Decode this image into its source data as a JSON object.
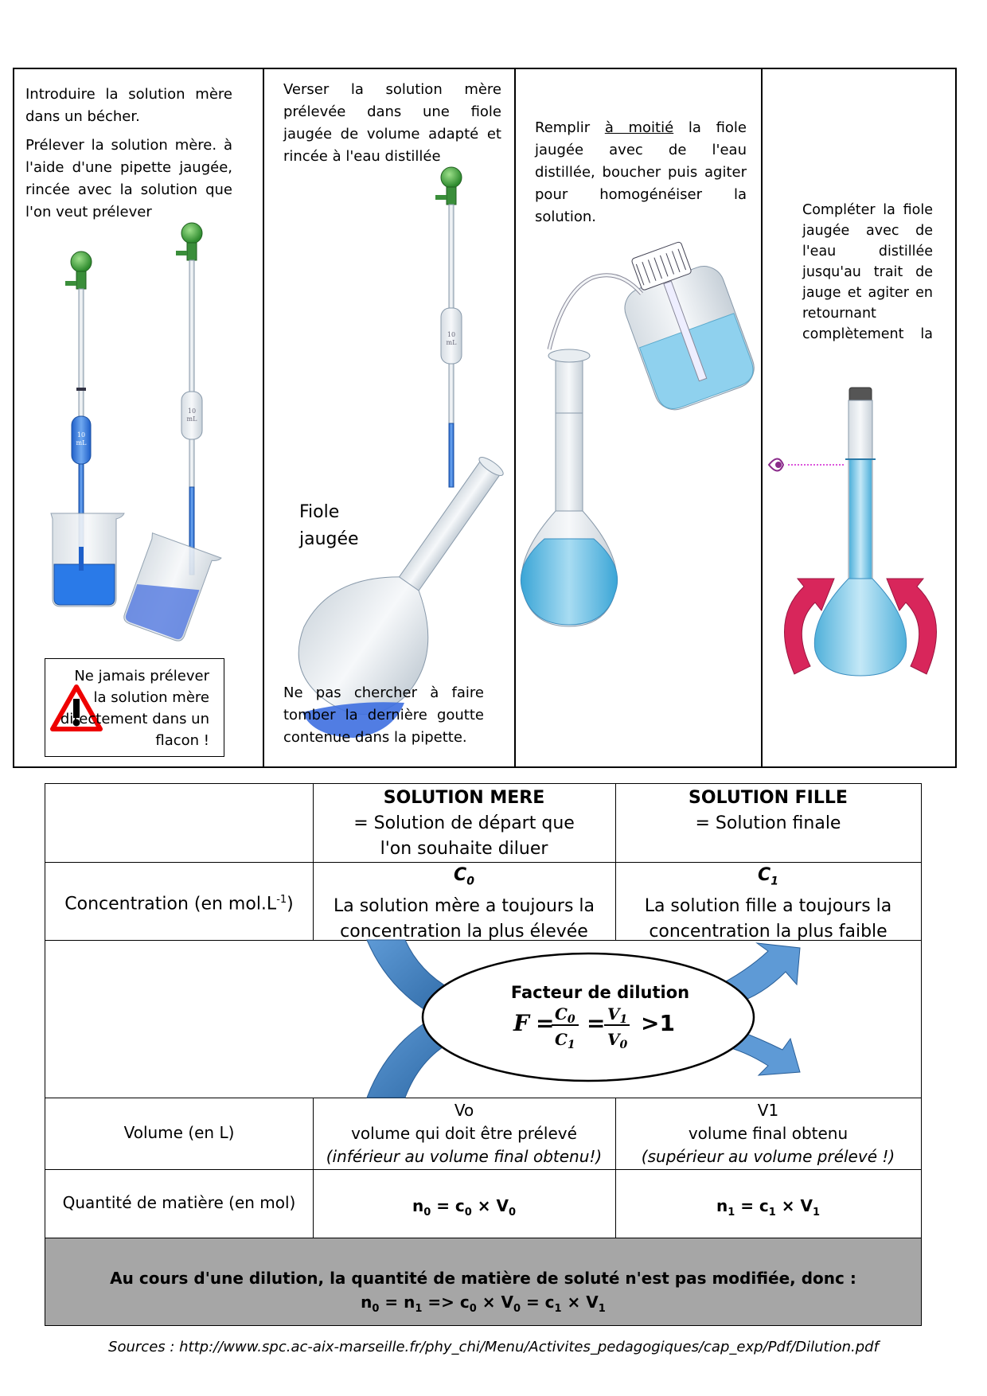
{
  "steps": {
    "step1": {
      "p1": "Introduire la solution mère dans un bécher.",
      "p2": "Prélever la solution mère. à l'aide d'une pipette jaugée, rincée avec la solution que l'on veut prélever",
      "pipette_label": "10 mL",
      "warning": "Ne jamais prélever la solution mère directement dans un flacon !"
    },
    "step2": {
      "p1": "Verser la solution mère prélevée dans une fiole jaugée de volume adapté et rincée à l'eau distillée",
      "pipette_label": "10 mL",
      "flask_label": "Fiole jaugée",
      "note": "Ne pas chercher à faire tomber la dernière goutte contenue dans la pipette."
    },
    "step3": {
      "p1_a": "Remplir ",
      "p1_u": "à moitié",
      "p1_b": " la fiole jaugée avec de l'eau distillée, boucher puis agiter pour homogénéiser la solution."
    },
    "step4": {
      "p1": "Compléter la fiole jaugée avec de l'eau distillée jusqu'au trait de jauge et agiter en retournant complètement la"
    }
  },
  "table": {
    "mere_title": "SOLUTION MERE",
    "mere_sub": "= Solution de départ que l'on souhaite diluer",
    "fille_title": "SOLUTION FILLE",
    "fille_sub": "= Solution finale",
    "conc_label": "Concentration (en mol.L",
    "conc_exp": "-1",
    "conc_close": ")",
    "c0": "C0",
    "c0_text": "La solution mère a toujours la concentration la plus élevée",
    "c1": "C1",
    "c1_text": "La solution fille a toujours la concentration la plus faible",
    "facteur_title": "Facteur de dilution",
    "vol_label": "Volume (en L)",
    "v0": "Vo",
    "v0_text": "volume qui doit être prélevé",
    "v0_note": "(inférieur au volume final obtenu!)",
    "v1": "V1",
    "v1_text": "volume final obtenu",
    "v1_note": "(supérieur au volume prélevé !)",
    "qty_label": "Quantité de matière (en mol)",
    "n0_formula": "n0 = c0 × V0",
    "n1_formula": "n1 = c1 × V1",
    "conclusion": "Au cours d'une dilution, la quantité de matière de soluté n'est pas modifiée, donc :",
    "conclusion_formula": "n0 = n1 => c0 × V0 = c1 × V1"
  },
  "sources": "Sources : http://www.spc.ac-aix-marseille.fr/phy_chi/Menu/Activites_pedagogiques/cap_exp/Pdf/Dilution.pdf",
  "colors": {
    "liquid": "#5ab4dc",
    "liquid_dark": "#1e6fd0",
    "arrow_blue": "#3f7fbf",
    "arrow_red": "#d8265b",
    "gray": "#a6a6a6"
  }
}
